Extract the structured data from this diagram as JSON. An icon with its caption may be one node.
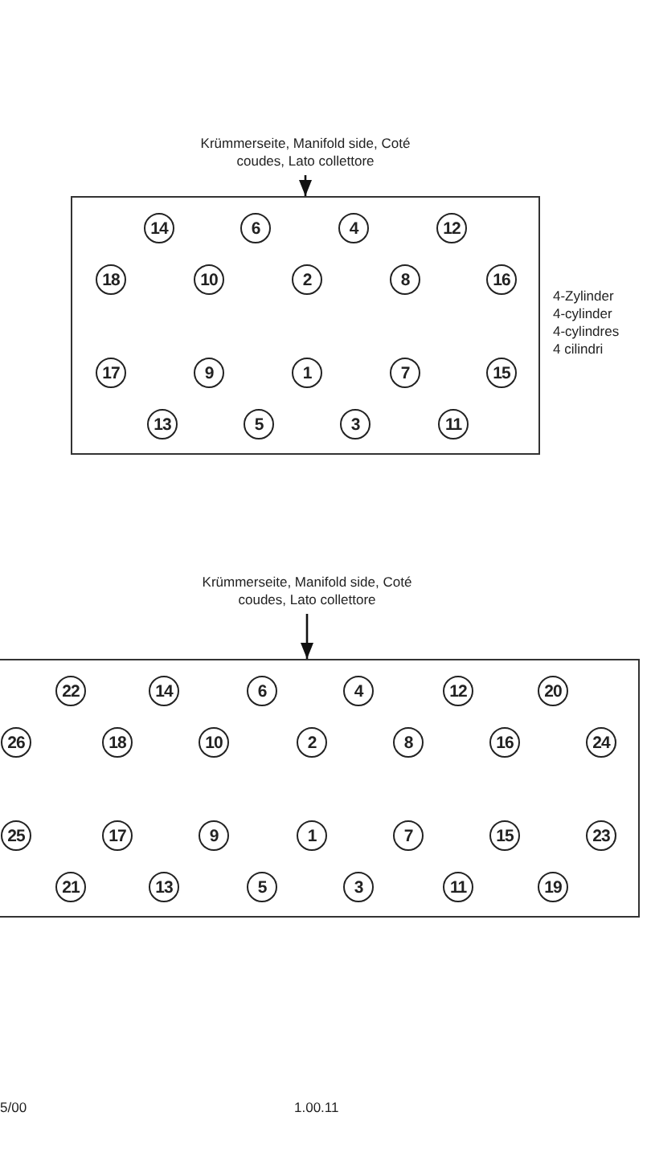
{
  "diagram": {
    "nodes": [
      {
        "text": [
          "Krümmerseite, Manifold side, Coté coudes, Lato collettore"
        ]
      },
      {
        "text": [],
        "shape": "box",
        "beside": [
          "4-Zylinder",
          "4-cylinder",
          "4-cylindres",
          "4 cilindri"
        ]
      },
      {
        "text": [
          "14"
        ],
        "in": 1
      },
      {
        "text": [
          "6"
        ],
        "in": 1
      },
      {
        "text": [
          "4"
        ],
        "in": 1
      },
      {
        "text": [
          "12"
        ],
        "in": 1
      },
      {
        "text": [
          "18"
        ],
        "in": 1
      },
      {
        "text": [
          "10"
        ],
        "in": 1
      },
      {
        "text": [
          "2"
        ],
        "in": 1
      },
      {
        "text": [
          "8"
        ],
        "in": 1
      },
      {
        "text": [
          "16"
        ],
        "in": 1
      },
      {
        "text": [
          "17"
        ],
        "in": 1
      },
      {
        "text": [
          "9"
        ],
        "in": 1
      },
      {
        "text": [
          "1"
        ],
        "in": 1
      },
      {
        "text": [
          "7"
        ],
        "in": 1
      },
      {
        "text": [
          "15"
        ],
        "in": 1
      },
      {
        "text": [
          "13"
        ],
        "in": 1
      },
      {
        "text": [
          "5"
        ],
        "in": 1
      },
      {
        "text": [
          "3"
        ],
        "in": 1
      },
      {
        "text": [
          "11"
        ],
        "in": 1
      },
      {
        "text": [
          "Krümmerseite, Manifold side, Coté coudes, Lato collettore"
        ]
      },
      {
        "text": [],
        "shape": "box"
      },
      {
        "text": [
          "22"
        ],
        "in": 21
      },
      {
        "text": [
          "14"
        ],
        "in": 21
      },
      {
        "text": [
          "6"
        ],
        "in": 21
      },
      {
        "text": [
          "4"
        ],
        "in": 21
      },
      {
        "text": [
          "12"
        ],
        "in": 21
      },
      {
        "text": [
          "20"
        ],
        "in": 21
      },
      {
        "text": [
          "26"
        ],
        "in": 21
      },
      {
        "text": [
          "18"
        ],
        "in": 21
      },
      {
        "text": [
          "10"
        ],
        "in": 21
      },
      {
        "text": [
          "2"
        ],
        "in": 21
      },
      {
        "text": [
          "8"
        ],
        "in": 21
      },
      {
        "text": [
          "16"
        ],
        "in": 21
      },
      {
        "text": [
          "24"
        ],
        "in": 21
      },
      {
        "text": [
          "25"
        ],
        "in": 21
      },
      {
        "text": [
          "17"
        ],
        "in": 21
      },
      {
        "text": [
          "9"
        ],
        "in": 21
      },
      {
        "text": [
          "1"
        ],
        "in": 21
      },
      {
        "text": [
          "7"
        ],
        "in": 21
      },
      {
        "text": [
          "15"
        ],
        "in": 21
      },
      {
        "text": [
          "23"
        ],
        "in": 21
      },
      {
        "text": [
          "21"
        ],
        "in": 21
      },
      {
        "text": [
          "13"
        ],
        "in": 21
      },
      {
        "text": [
          "5"
        ],
        "in": 21
      },
      {
        "text": [
          "3"
        ],
        "in": 21
      },
      {
        "text": [
          "11"
        ],
        "in": 21
      },
      {
        "text": [
          "19"
        ],
        "in": 21
      }
    ],
    "edges": [
      {
        "from": 0,
        "to": 1,
        "arrow": "to"
      },
      {
        "from": 20,
        "to": 21,
        "arrow": "to"
      }
    ],
    "labels": [
      "5/00",
      "1.00.11"
    ]
  }
}
